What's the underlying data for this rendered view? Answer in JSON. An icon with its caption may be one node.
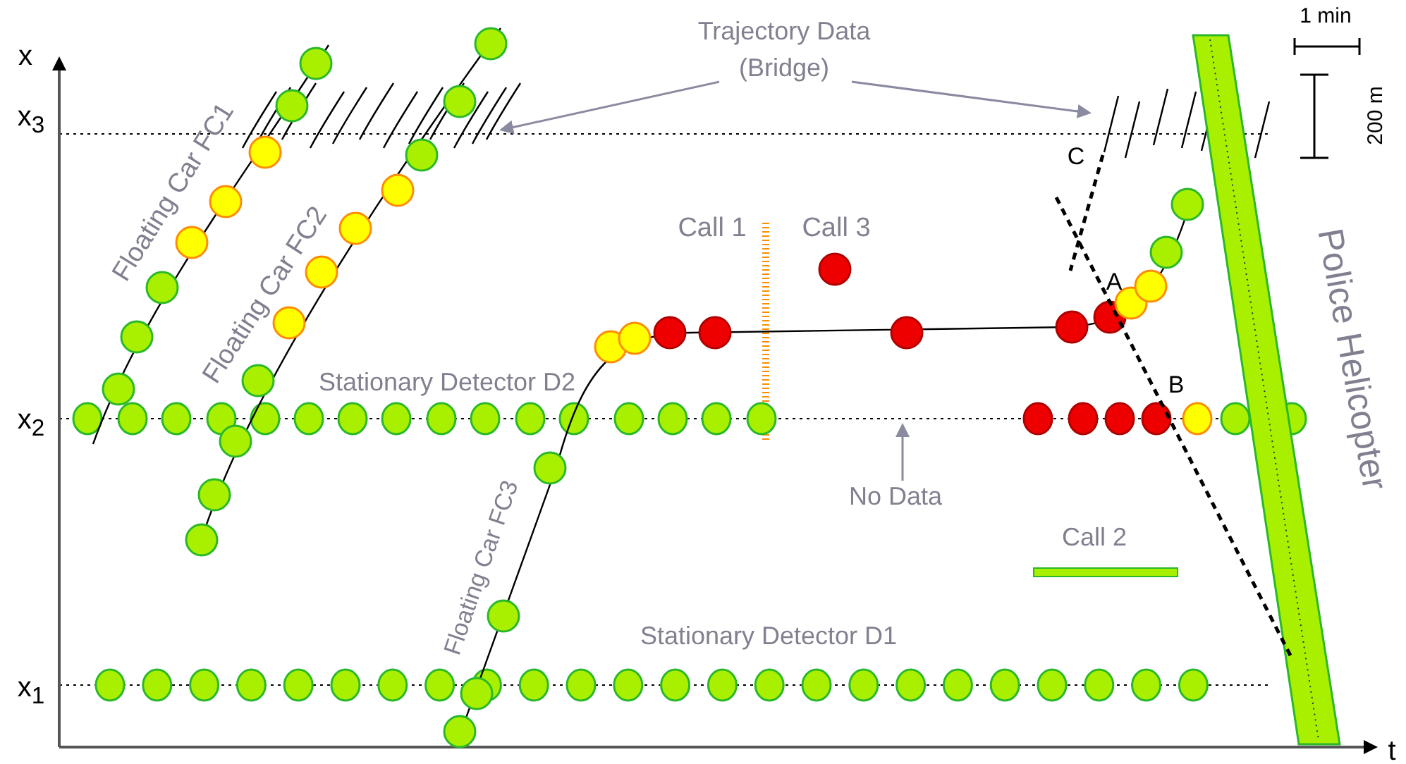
{
  "diagram": {
    "nodes": [
      {
        "text": [
          "Trajectory Data (Bridge)"
        ]
      },
      {
        "text": [
          "No Data"
        ]
      }
    ],
    "edges": [
      {
        "from": 0,
        "to": null,
        "arrow": "to"
      },
      {
        "from": 0,
        "to": null,
        "arrow": "to"
      },
      {
        "from": 1,
        "to": null,
        "arrow": "to"
      }
    ],
    "labels": [
      "x",
      "x$_{3}$",
      "1 min",
      "200 m",
      "Floating Car FC1",
      "Floating Car FC2",
      "Call 1",
      "Call 3",
      "C",
      "A",
      "Stationary Detector D2",
      "x$_{2}$",
      "B",
      "Police Helicopter",
      "Call 2",
      "Floating Car FC3",
      "Stationary Detector D1",
      "x$_{1}$",
      "t"
    ]
  }
}
